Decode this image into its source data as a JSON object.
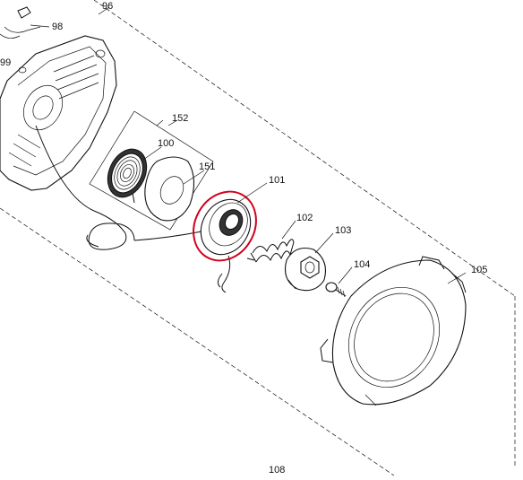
{
  "diagram": {
    "callouts": {
      "c96": "96",
      "c98": "98",
      "c99": "99",
      "c152": "152",
      "c100": "100",
      "c151": "151",
      "c101": "101",
      "c102": "102",
      "c103": "103",
      "c104": "104",
      "c105": "105",
      "c108": "108"
    },
    "highlight_color": "#d0021b",
    "line_color": "#111111"
  }
}
